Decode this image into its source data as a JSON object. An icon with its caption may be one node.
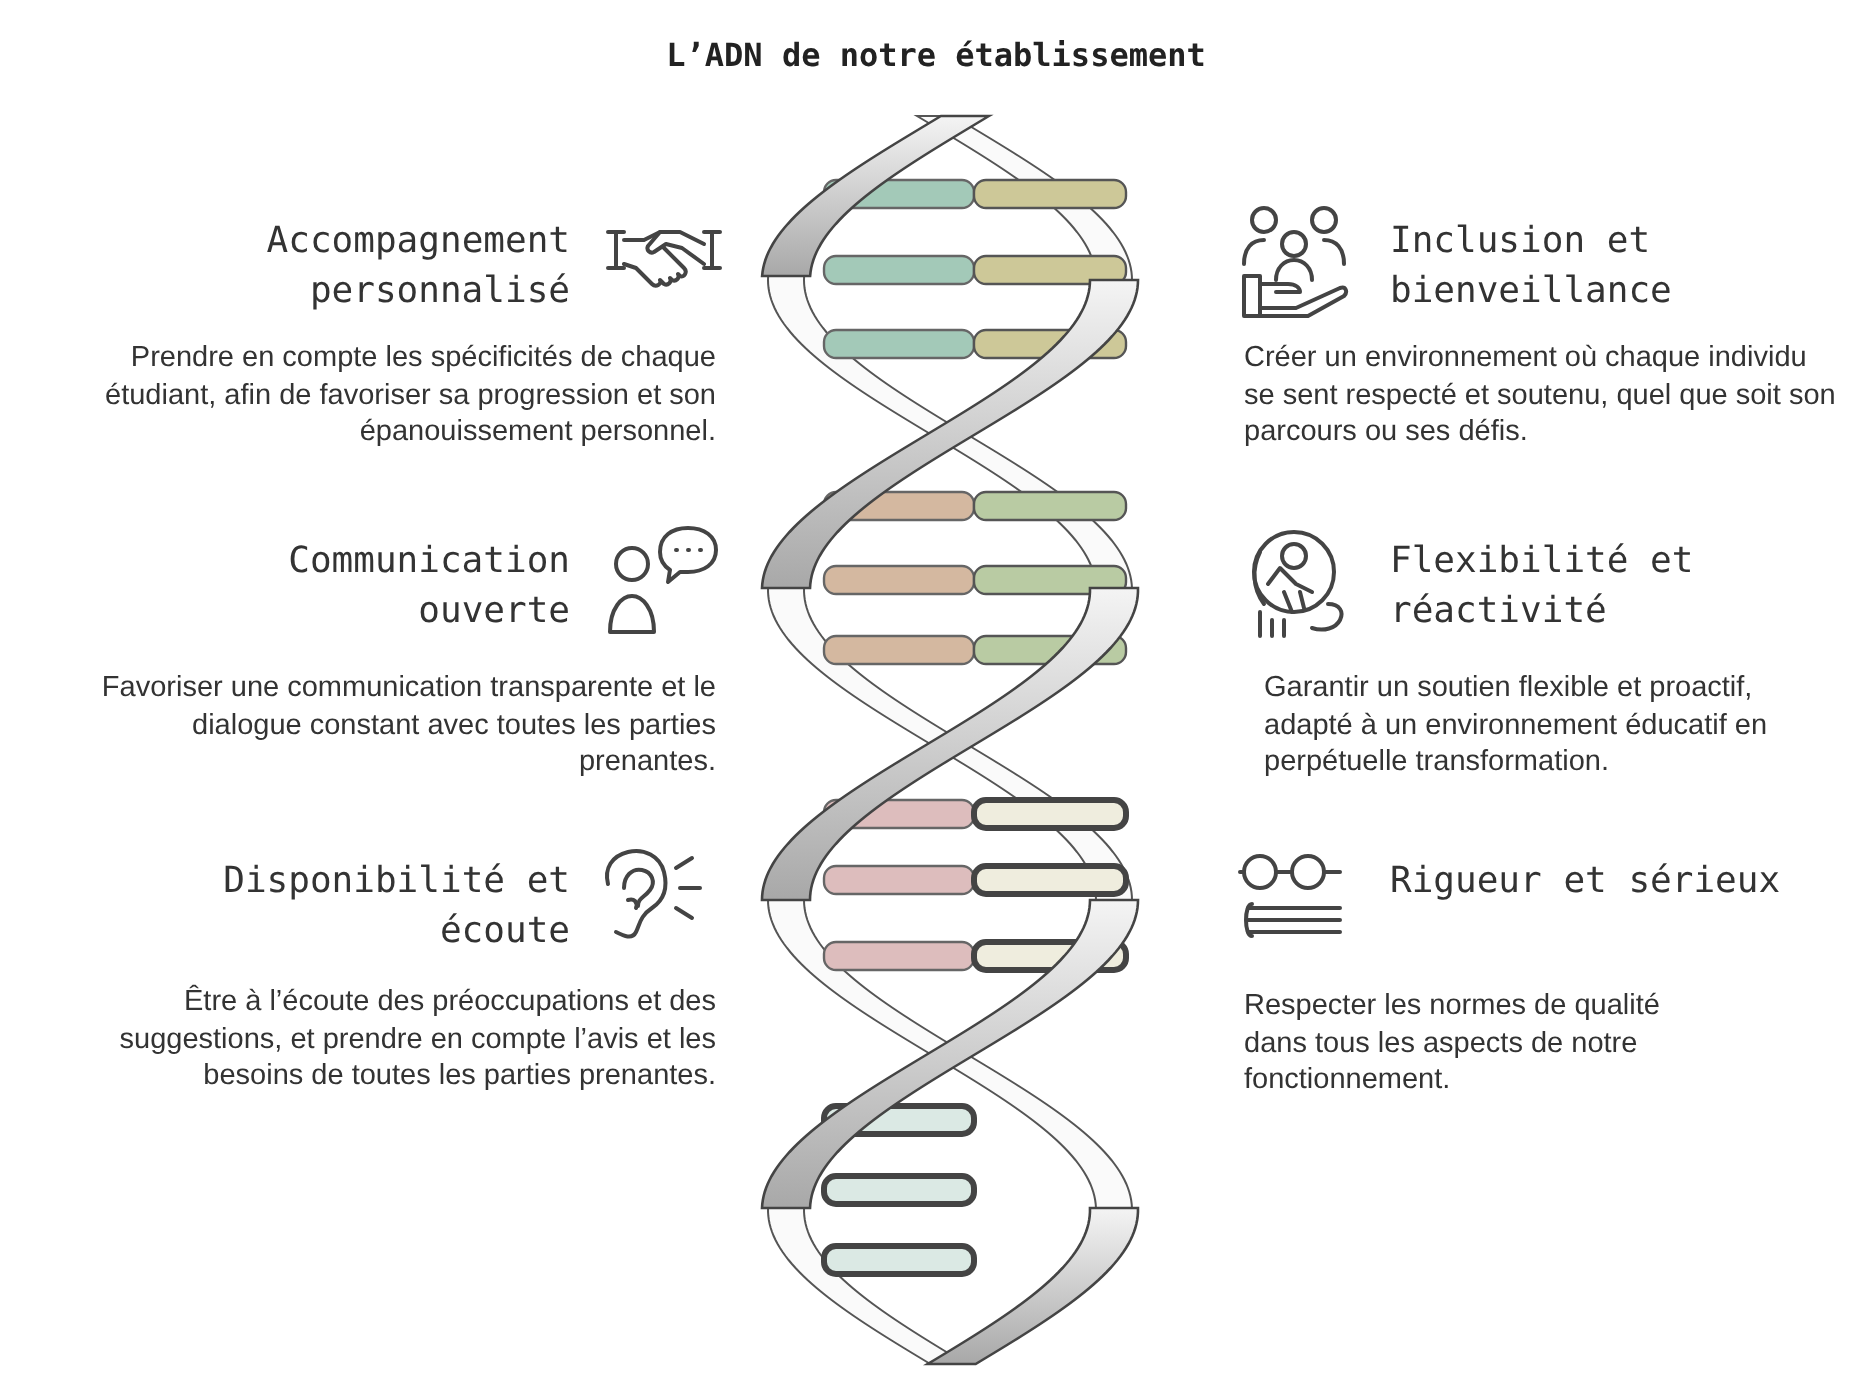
{
  "diagram": {
    "title": "L’ADN de notre établissement",
    "labels": [
      "Accompagnement personnalisé",
      "Inclusion et bienveillance",
      "Prendre en compte les spécificités de chaque étudiant, afin de favoriser sa progression et son épanouissement personnel.",
      "Créer un environnement où chaque individu se sent respecté et soutenu, quel que soit son parcours ou ses défis.",
      "Communication ouverte",
      "Flexibilité et réactivité",
      "Favoriser une communication transparente et le dialogue constant avec toutes les parties prenantes.",
      "Garantir un soutien flexible et proactif, adapté à un environnement éducatif en perpétuelle transformation.",
      "Disponibilité et écoute",
      "Rigueur et sérieux",
      "Être à l’écoute des préoccupations et des suggestions, et prendre en compte l’avis et les besoins de toutes les parties prenantes.",
      "Respecter les normes de qualité dans tous les aspects de notre fonctionnement."
    ]
  }
}
